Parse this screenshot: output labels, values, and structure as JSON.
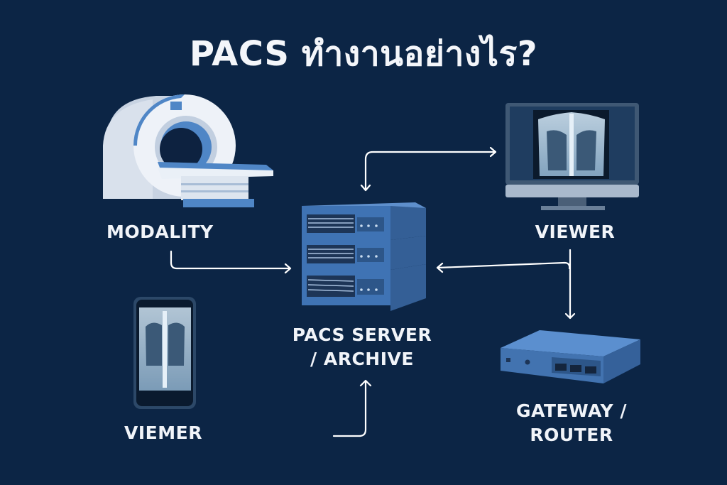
{
  "title": "PACS ทำงานอย่างไร?",
  "nodes": {
    "modality": {
      "label": "MODALITY",
      "icon": "ct-scanner-icon"
    },
    "viewer": {
      "label": "VIEWER",
      "icon": "monitor-xray-icon"
    },
    "server": {
      "label_line1": "PACS SERVER",
      "label_line2": "/ ARCHIVE",
      "icon": "server-stack-icon"
    },
    "mobile": {
      "label": "VIEMER",
      "icon": "smartphone-xray-icon"
    },
    "gateway": {
      "label_line1": "GATEWAY /",
      "label_line2": "ROUTER",
      "icon": "router-icon"
    }
  },
  "connections": [
    {
      "from": "modality",
      "to": "server"
    },
    {
      "from": "server",
      "to": "viewer",
      "bidirectional": true
    },
    {
      "from": "viewer",
      "to": "server"
    },
    {
      "from": "viewer",
      "to": "gateway"
    },
    {
      "from": "mobile",
      "to": "server"
    }
  ],
  "colors": {
    "background": "#0c2545",
    "accent": "#4a7fc1",
    "text": "#f1f4f9"
  }
}
